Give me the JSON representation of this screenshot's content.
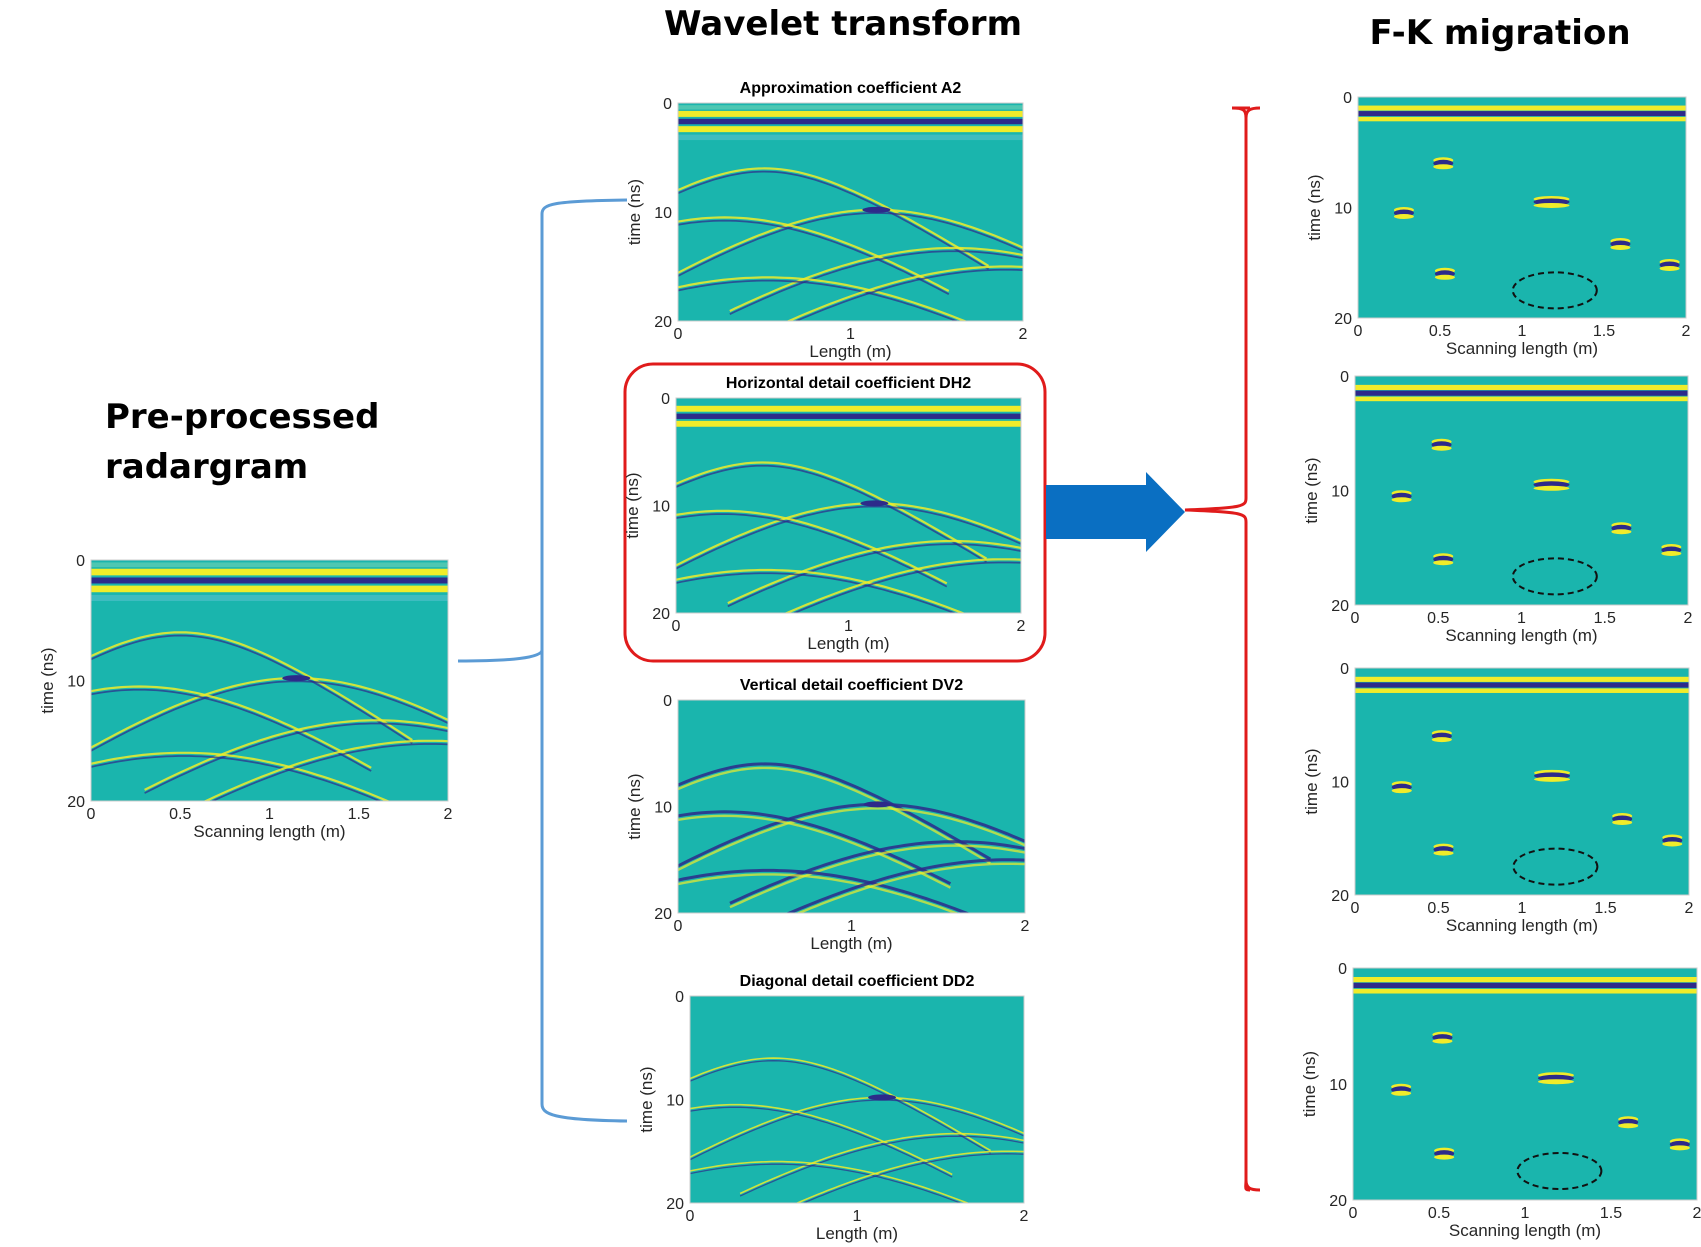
{
  "headings": {
    "left": [
      "Pre-processed",
      "radargram"
    ],
    "middle": "Wavelet transform",
    "right": "F-K migration"
  },
  "axes": {
    "ylabel": "time (ns)",
    "xlabel_scan": "Scanning length (m)",
    "xlabel_length": "Length (m)",
    "xticks": [
      "0",
      "0.5",
      "1",
      "1.5",
      "2"
    ],
    "xticks_coarse": [
      "0",
      "1",
      "2"
    ],
    "yticks": [
      "0",
      "10",
      "20"
    ]
  },
  "panels": {
    "preprocessed": {
      "title": ""
    },
    "a2": {
      "title": "Approximation coefficient A2"
    },
    "dh2": {
      "title": "Horizontal detail coefficient DH2"
    },
    "dv2": {
      "title": "Vertical detail coefficient DV2"
    },
    "dd2": {
      "title": "Diagonal detail coefficient DD2"
    },
    "fk1": {
      "title": ""
    },
    "fk2": {
      "title": ""
    },
    "fk3": {
      "title": ""
    },
    "fk4": {
      "title": ""
    }
  },
  "colors": {
    "background": "#1ab5ad",
    "yellow": "#f0ec2a",
    "navy": "#2d2a8a",
    "blue_brace": "#5b9bd5",
    "red": "#e01b1b",
    "arrow": "#0a6fc2"
  },
  "chart_data": [
    {
      "type": "heatmap",
      "panel": "preprocessed",
      "xlabel": "Scanning length (m)",
      "ylabel": "time (ns)",
      "xlim": [
        0,
        2
      ],
      "ylim": [
        20,
        0
      ],
      "direct_wave_time_ns": 1.5,
      "hyperbolas": [
        {
          "x": 0.5,
          "t": 6
        },
        {
          "x": 1.15,
          "t": 9.8
        },
        {
          "x": 0.27,
          "t": 10.5
        },
        {
          "x": 1.6,
          "t": 13.3
        },
        {
          "x": 0.52,
          "t": 16
        },
        {
          "x": 1.9,
          "t": 15
        }
      ]
    },
    {
      "type": "heatmap",
      "panel": "a2",
      "xlabel": "Length (m)",
      "ylabel": "time (ns)",
      "xlim": [
        0,
        2
      ],
      "ylim": [
        20,
        0
      ]
    },
    {
      "type": "heatmap",
      "panel": "dh2",
      "xlabel": "Length (m)",
      "ylabel": "time (ns)",
      "xlim": [
        0,
        2
      ],
      "ylim": [
        20,
        0
      ]
    },
    {
      "type": "heatmap",
      "panel": "dv2",
      "xlabel": "Length (m)",
      "ylabel": "time (ns)",
      "xlim": [
        0,
        2
      ],
      "ylim": [
        20,
        0
      ]
    },
    {
      "type": "heatmap",
      "panel": "dd2",
      "xlabel": "Length (m)",
      "ylabel": "time (ns)",
      "xlim": [
        0,
        2
      ],
      "ylim": [
        20,
        0
      ]
    },
    {
      "type": "heatmap",
      "panel": "fk",
      "xlabel": "Scanning length (m)",
      "ylabel": "time (ns)",
      "xlim": [
        0,
        2
      ],
      "ylim": [
        20,
        0
      ],
      "focused_targets": [
        {
          "x": 0.52,
          "t": 6
        },
        {
          "x": 0.28,
          "t": 10.5
        },
        {
          "x": 1.18,
          "t": 9.5
        },
        {
          "x": 1.6,
          "t": 13.3
        },
        {
          "x": 0.53,
          "t": 16
        },
        {
          "x": 1.9,
          "t": 15.2
        }
      ],
      "dashed_ellipse": {
        "x": 1.2,
        "t": 17.5
      }
    }
  ]
}
